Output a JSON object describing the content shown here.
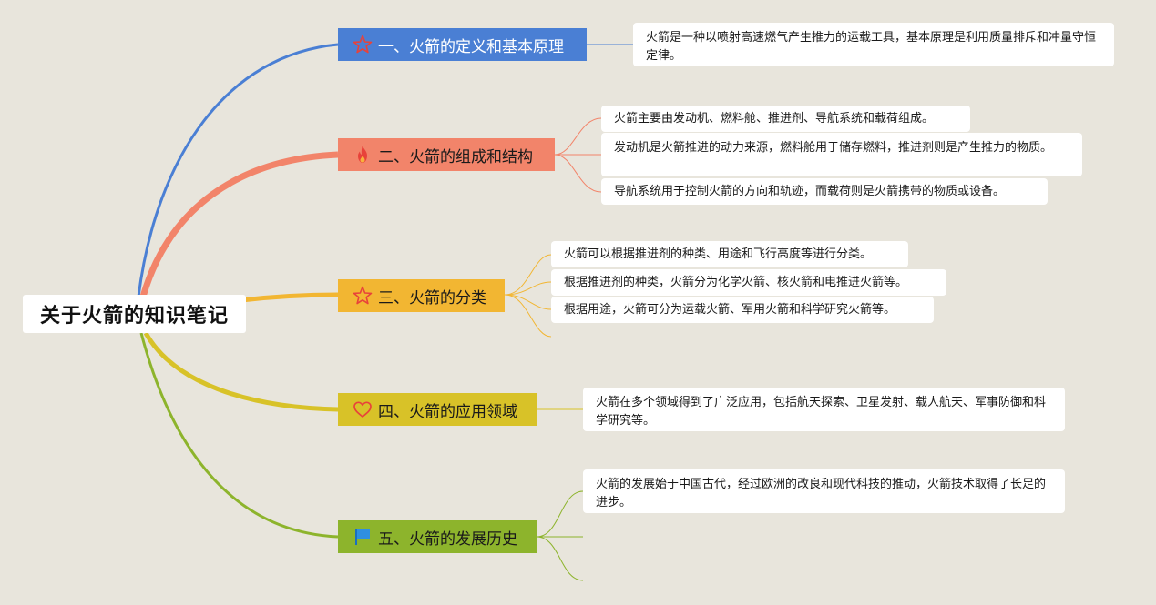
{
  "root": {
    "title": "关于火箭的知识笔记"
  },
  "branches": [
    {
      "title": "一、火箭的定义和基本原理",
      "icon": "star-outline-icon",
      "color": "#4a7fd4",
      "notes": [
        "火箭是一种以喷射高速燃气产生推力的运载工具，基本原理是利用质量排斥和冲量守恒定律。"
      ]
    },
    {
      "title": "二、火箭的组成和结构",
      "icon": "fire-icon",
      "color": "#f2846a",
      "notes": [
        "火箭主要由发动机、燃料舱、推进剂、导航系统和载荷组成。",
        "发动机是火箭推进的动力来源，燃料舱用于储存燃料，推进剂则是产生推力的物质。",
        "导航系统用于控制火箭的方向和轨迹，而载荷则是火箭携带的物质或设备。"
      ]
    },
    {
      "title": "三、火箭的分类",
      "icon": "star-outline-icon",
      "color": "#f2b632",
      "notes": [
        "火箭可以根据推进剂的种类、用途和飞行高度等进行分类。",
        "根据推进剂的种类，火箭分为化学火箭、核火箭和电推进火箭等。",
        "根据用途，火箭可分为运载火箭、军用火箭和科学研究火箭等。"
      ]
    },
    {
      "title": "四、火箭的应用领域",
      "icon": "heart-outline-icon",
      "color": "#d8c228",
      "notes": [
        "火箭在多个领域得到了广泛应用，包括航天探索、卫星发射、载人航天、军事防御和科学研究等。"
      ]
    },
    {
      "title": "五、火箭的发展历史",
      "icon": "flag-icon",
      "color": "#8db42c",
      "notes": [
        "火箭的发展始于中国古代，经过欧洲的改良和现代科技的推动，火箭技术取得了长足的进步。"
      ]
    }
  ]
}
